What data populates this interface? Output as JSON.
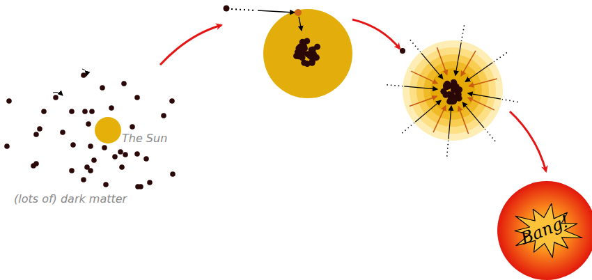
{
  "diagram": {
    "nodes": [
      {
        "text": [
          "The Sun"
        ]
      },
      {
        "text": [
          "Bang!"
        ]
      }
    ],
    "labels": [
      "(lots of) dark matter"
    ]
  }
}
